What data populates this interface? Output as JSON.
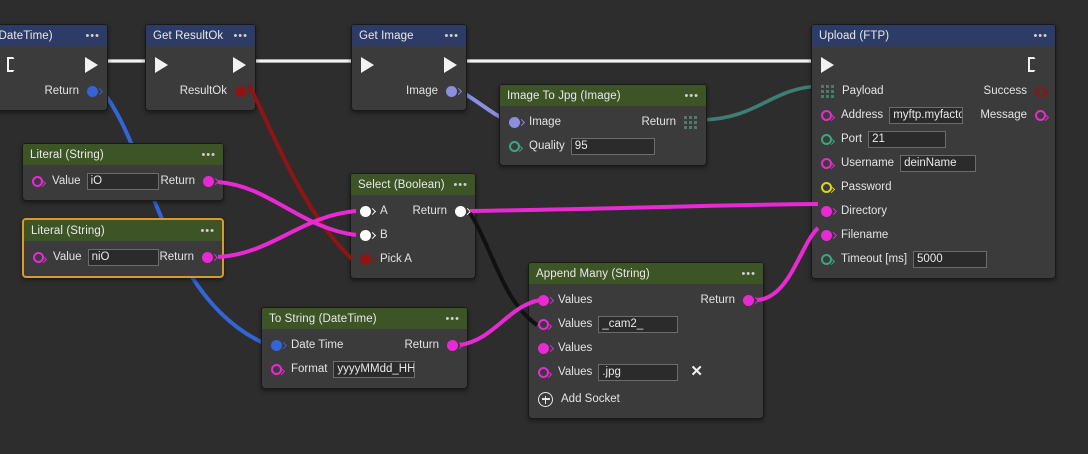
{
  "canvas": {
    "background": "#2d2d2d",
    "wire_exec_color": "#f2f2f2"
  },
  "nodes": [
    {
      "id": "now-datetime",
      "title": "Now (DateTime)",
      "header_style": "blue",
      "selected": false,
      "menu": "•••",
      "exec": {
        "in": true,
        "out": true
      },
      "ports": [
        {
          "label": "Return",
          "side": "right",
          "shape": "fill",
          "color": "#3465d6"
        }
      ]
    },
    {
      "id": "get-resultok",
      "title": "Get ResultOk",
      "header_style": "blue",
      "selected": false,
      "menu": "•••",
      "exec": {
        "in": true,
        "out": true
      },
      "ports": [
        {
          "label": "ResultOk",
          "side": "right",
          "shape": "fill",
          "color": "#8f1414"
        }
      ]
    },
    {
      "id": "get-image",
      "title": "Get Image",
      "header_style": "blue",
      "selected": false,
      "menu": "•••",
      "exec": {
        "in": true,
        "out": true
      },
      "ports": [
        {
          "label": "Image",
          "side": "right",
          "shape": "fill",
          "color": "#8a8fe0"
        }
      ]
    },
    {
      "id": "image-to-jpg",
      "title": "Image To Jpg (Image)",
      "header_style": "green",
      "selected": false,
      "menu": "•••",
      "ports": [
        {
          "label": "Image",
          "side": "left",
          "shape": "fill",
          "color": "#8a8fe0"
        },
        {
          "label": "Return",
          "side": "right",
          "shape": "grid",
          "color": "#4e7a6c"
        },
        {
          "label": "Quality",
          "side": "left",
          "shape": "ring",
          "color": "#3aa87d",
          "value": "95"
        }
      ]
    },
    {
      "id": "upload-ftp",
      "title": "Upload (FTP)",
      "header_style": "blue",
      "selected": false,
      "menu": "•••",
      "exec": {
        "in": true,
        "out": true
      },
      "ports": [
        {
          "label": "Payload",
          "side": "left",
          "shape": "grid",
          "color": "#4e7a6c"
        },
        {
          "label": "Success",
          "side": "right",
          "shape": "ring",
          "color": "#8f1414"
        },
        {
          "label": "Address",
          "side": "left",
          "shape": "ring",
          "color": "#e829d4",
          "value": "myftp.myfactor"
        },
        {
          "label": "Message",
          "side": "right",
          "shape": "ring",
          "color": "#e829d4"
        },
        {
          "label": "Port",
          "side": "left",
          "shape": "ring",
          "color": "#3aa87d",
          "value": "21"
        },
        {
          "label": "Username",
          "side": "left",
          "shape": "ring",
          "color": "#e829d4",
          "value": "deinName"
        },
        {
          "label": "Password",
          "side": "left",
          "shape": "ring",
          "color": "#d9d915"
        },
        {
          "label": "Directory",
          "side": "left",
          "shape": "fill",
          "color": "#e829d4"
        },
        {
          "label": "Filename",
          "side": "left",
          "shape": "fill",
          "color": "#e829d4"
        },
        {
          "label": "Timeout [ms]",
          "side": "left",
          "shape": "ring",
          "color": "#3aa87d",
          "value": "5000"
        }
      ]
    },
    {
      "id": "literal-io",
      "title": "Literal (String)",
      "header_style": "green",
      "selected": false,
      "menu": "•••",
      "ports": [
        {
          "label": "Value",
          "side": "left",
          "shape": "ring",
          "color": "#e829d4",
          "value": "iO"
        },
        {
          "label": "Return",
          "side": "right",
          "shape": "fill",
          "color": "#e829d4"
        }
      ]
    },
    {
      "id": "literal-nio",
      "title": "Literal (String)",
      "header_style": "green",
      "selected": true,
      "menu": "•••",
      "ports": [
        {
          "label": "Value",
          "side": "left",
          "shape": "ring",
          "color": "#e829d4",
          "value": "niO"
        },
        {
          "label": "Return",
          "side": "right",
          "shape": "fill",
          "color": "#e829d4"
        }
      ]
    },
    {
      "id": "select-boolean",
      "title": "Select (Boolean)",
      "header_style": "green",
      "selected": false,
      "menu": "•••",
      "ports": [
        {
          "label": "A",
          "side": "left",
          "shape": "fill",
          "color": "#ffffff"
        },
        {
          "label": "Return",
          "side": "right",
          "shape": "fill",
          "color": "#ffffff"
        },
        {
          "label": "B",
          "side": "left",
          "shape": "fill",
          "color": "#ffffff"
        },
        {
          "label": "Pick A",
          "side": "left",
          "shape": "fill",
          "color": "#8f1414"
        }
      ]
    },
    {
      "id": "to-string-datetime",
      "title": "To String (DateTime)",
      "header_style": "green",
      "selected": false,
      "menu": "•••",
      "ports": [
        {
          "label": "Date Time",
          "side": "left",
          "shape": "fill",
          "color": "#3465d6"
        },
        {
          "label": "Return",
          "side": "right",
          "shape": "fill",
          "color": "#e829d4"
        },
        {
          "label": "Format",
          "side": "left",
          "shape": "ring",
          "color": "#e829d4",
          "value": "yyyyMMdd_HH"
        }
      ]
    },
    {
      "id": "append-many",
      "title": "Append Many (String)",
      "header_style": "green",
      "selected": false,
      "menu": "•••",
      "add_socket_label": "Add Socket",
      "delete_glyph": "✕",
      "ports": [
        {
          "label": "Values",
          "side": "left",
          "shape": "fill",
          "color": "#e829d4"
        },
        {
          "label": "Return",
          "side": "right",
          "shape": "fill",
          "color": "#e829d4"
        },
        {
          "label": "Values",
          "side": "left",
          "shape": "ring",
          "color": "#e829d4",
          "value": "_cam2_"
        },
        {
          "label": "Values",
          "side": "left",
          "shape": "fill",
          "color": "#e829d4"
        },
        {
          "label": "Values",
          "side": "left",
          "shape": "ring",
          "color": "#e829d4",
          "value": ".jpg"
        }
      ]
    }
  ],
  "labels": {
    "now_title": "Now (DateTime)",
    "now_return": "Return",
    "resultok_title": "Get ResultOk",
    "resultok_port": "ResultOk",
    "getimage_title": "Get Image",
    "getimage_port": "Image",
    "jpg_title": "Image To Jpg (Image)",
    "jpg_image": "Image",
    "jpg_return": "Return",
    "jpg_quality": "Quality",
    "jpg_quality_value": "95",
    "ftp_title": "Upload (FTP)",
    "ftp_payload": "Payload",
    "ftp_success": "Success",
    "ftp_address": "Address",
    "ftp_address_value": "myftp.myfactor",
    "ftp_message": "Message",
    "ftp_port": "Port",
    "ftp_port_value": "21",
    "ftp_username": "Username",
    "ftp_username_value": "deinName",
    "ftp_password": "Password",
    "ftp_directory": "Directory",
    "ftp_filename": "Filename",
    "ftp_timeout": "Timeout [ms]",
    "ftp_timeout_value": "5000",
    "lit1_title": "Literal (String)",
    "lit1_value_label": "Value",
    "lit1_value": "iO",
    "lit1_return": "Return",
    "lit2_title": "Literal (String)",
    "lit2_value_label": "Value",
    "lit2_value": "niO",
    "lit2_return": "Return",
    "sel_title": "Select (Boolean)",
    "sel_a": "A",
    "sel_b": "B",
    "sel_pick": "Pick A",
    "sel_return": "Return",
    "ts_title": "To String (DateTime)",
    "ts_datetime": "Date Time",
    "ts_return": "Return",
    "ts_format": "Format",
    "ts_format_value": "yyyyMMdd_HH",
    "am_title": "Append Many (String)",
    "am_values": "Values",
    "am_return": "Return",
    "am_value2": "_cam2_",
    "am_value4": ".jpg",
    "am_delete": "✕",
    "am_add": "Add Socket",
    "dots": "•••"
  },
  "connections": [
    {
      "from": "now-datetime.exec_out",
      "to": "get-resultok.exec_in",
      "color": "#f2f2f2"
    },
    {
      "from": "get-resultok.exec_out",
      "to": "get-image.exec_in",
      "color": "#f2f2f2"
    },
    {
      "from": "get-image.exec_out",
      "to": "upload-ftp.exec_in",
      "color": "#f2f2f2"
    },
    {
      "from": "now-datetime.Return",
      "to": "to-string-datetime.Date Time",
      "color": "#3465d6"
    },
    {
      "from": "get-resultok.ResultOk",
      "to": "select-boolean.Pick A",
      "color": "#8f1414"
    },
    {
      "from": "get-image.Image",
      "to": "image-to-jpg.Image",
      "color": "#8a8fe0"
    },
    {
      "from": "image-to-jpg.Return",
      "to": "upload-ftp.Payload",
      "color": "#3d7f73"
    },
    {
      "from": "literal-io.Return",
      "to": "select-boolean.B",
      "color": "#e829d4"
    },
    {
      "from": "literal-nio.Return",
      "to": "select-boolean.A",
      "color": "#e829d4"
    },
    {
      "from": "select-boolean.Return",
      "to": "upload-ftp.Directory",
      "color": "#e829d4"
    },
    {
      "from": "select-boolean.Return",
      "to": "append-many.Values3",
      "color": "#111111"
    },
    {
      "from": "to-string-datetime.Return",
      "to": "append-many.Values1",
      "color": "#e829d4"
    },
    {
      "from": "append-many.Return",
      "to": "upload-ftp.Filename",
      "color": "#e829d4"
    }
  ]
}
